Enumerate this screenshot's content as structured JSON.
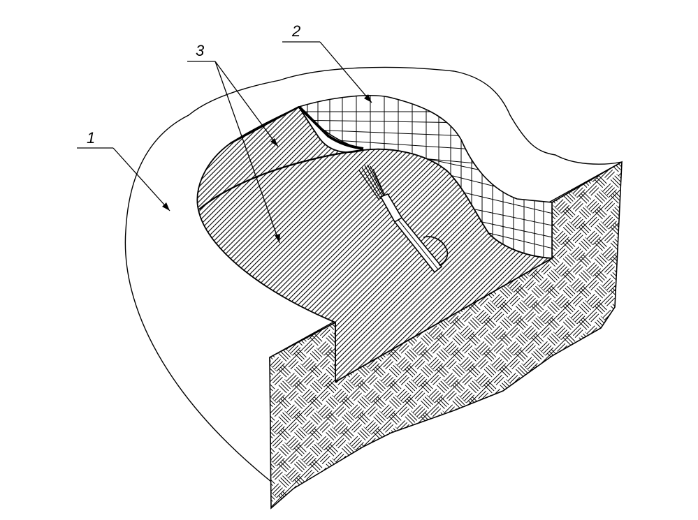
{
  "figure": {
    "callouts": [
      {
        "id": "c1",
        "label": "1",
        "part": "soil-body"
      },
      {
        "id": "c2",
        "label": "2",
        "part": "mesh-wall"
      },
      {
        "id": "c3",
        "label": "3",
        "part": "lining-layers"
      }
    ],
    "colors": {
      "line": "#000000",
      "background": "#ffffff"
    },
    "tools": [
      "brush-icon"
    ]
  }
}
